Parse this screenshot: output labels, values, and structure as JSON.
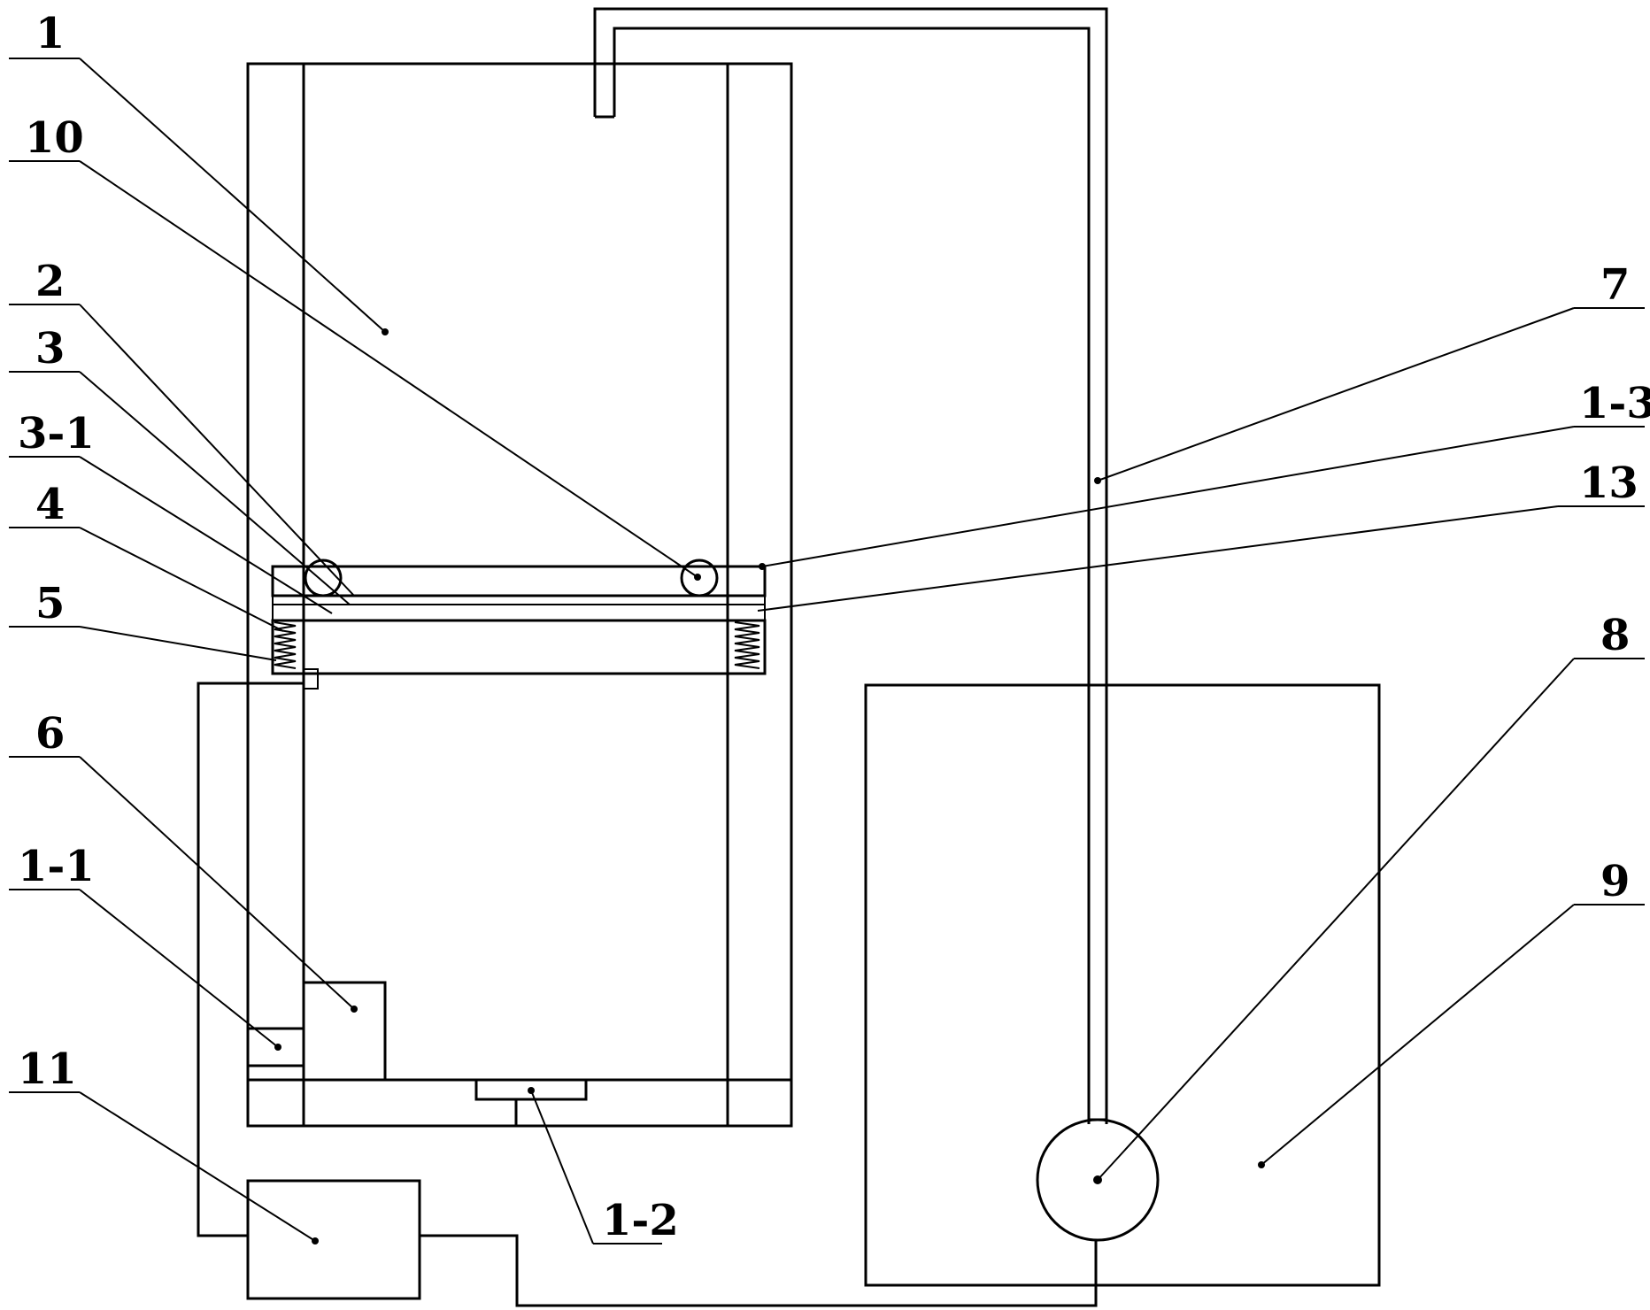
{
  "labels": {
    "l1": "1",
    "l10": "10",
    "l2": "2",
    "l3": "3",
    "l3_1": "3-1",
    "l4": "4",
    "l5": "5",
    "l6": "6",
    "l1_1": "1-1",
    "l11": "11",
    "l1_2": "1-2",
    "l7": "7",
    "l1_3": "1-3",
    "l13": "13",
    "l8": "8",
    "l9": "9"
  }
}
